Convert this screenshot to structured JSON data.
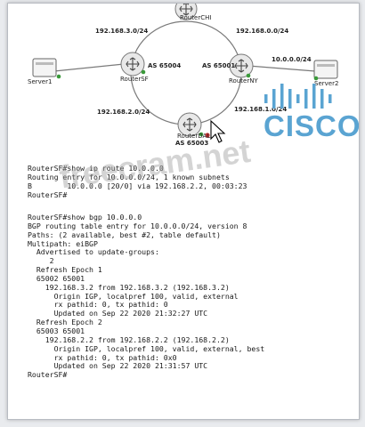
{
  "topology": {
    "subnets": {
      "top_left": "192.168.3.0/24",
      "top_right": "192.168.0.0/24",
      "left_bottom": "192.168.2.0/24",
      "right_bottom": "192.168.1.0/24",
      "server2_link": "10.0.0.0/24"
    },
    "as_labels": {
      "router_left": "AS 65004",
      "router_right": "AS 65001",
      "router_bottom": "AS 65003"
    },
    "devices": {
      "router_top": "RouterCHI",
      "router_left": "RouterSF",
      "router_right": "RouterNY",
      "router_bottom": "RouterDAL",
      "server1": "Server1",
      "server2": "Server2"
    }
  },
  "terminal1": [
    "RouterSF#show ip route 10.0.0.0",
    "Routing entry for 10.0.0.0/24, 1 known subnets",
    "B        10.0.0.0 [20/0] via 192.168.2.2, 00:03:23",
    "RouterSF#"
  ],
  "terminal2": [
    "RouterSF#show bgp 10.0.0.0",
    "BGP routing table entry for 10.0.0.0/24, version 8",
    "Paths: (2 available, best #2, table default)",
    "Multipath: eiBGP",
    "  Advertised to update-groups:",
    "     2",
    "  Refresh Epoch 1",
    "  65002 65001",
    "    192.168.3.2 from 192.168.3.2 (192.168.3.2)",
    "      Origin IGP, localpref 100, valid, external",
    "      rx pathid: 0, tx pathid: 0",
    "      Updated on Sep 22 2020 21:32:27 UTC",
    "  Refresh Epoch 2",
    "  65003 65001",
    "    192.168.2.2 from 192.168.2.2 (192.168.2.2)",
    "      Origin IGP, localpref 100, valid, external, best",
    "      rx pathid: 0, tx pathid: 0x0",
    "      Updated on Sep 22 2020 21:31:57 UTC",
    "RouterSF#"
  ],
  "logo": {
    "word": "CISCO",
    "color": "#5aa4d2"
  },
  "watermark": "freecram.net",
  "icons": [
    "router-icon",
    "server-icon",
    "mouse-cursor-icon",
    "cisco-logo"
  ]
}
